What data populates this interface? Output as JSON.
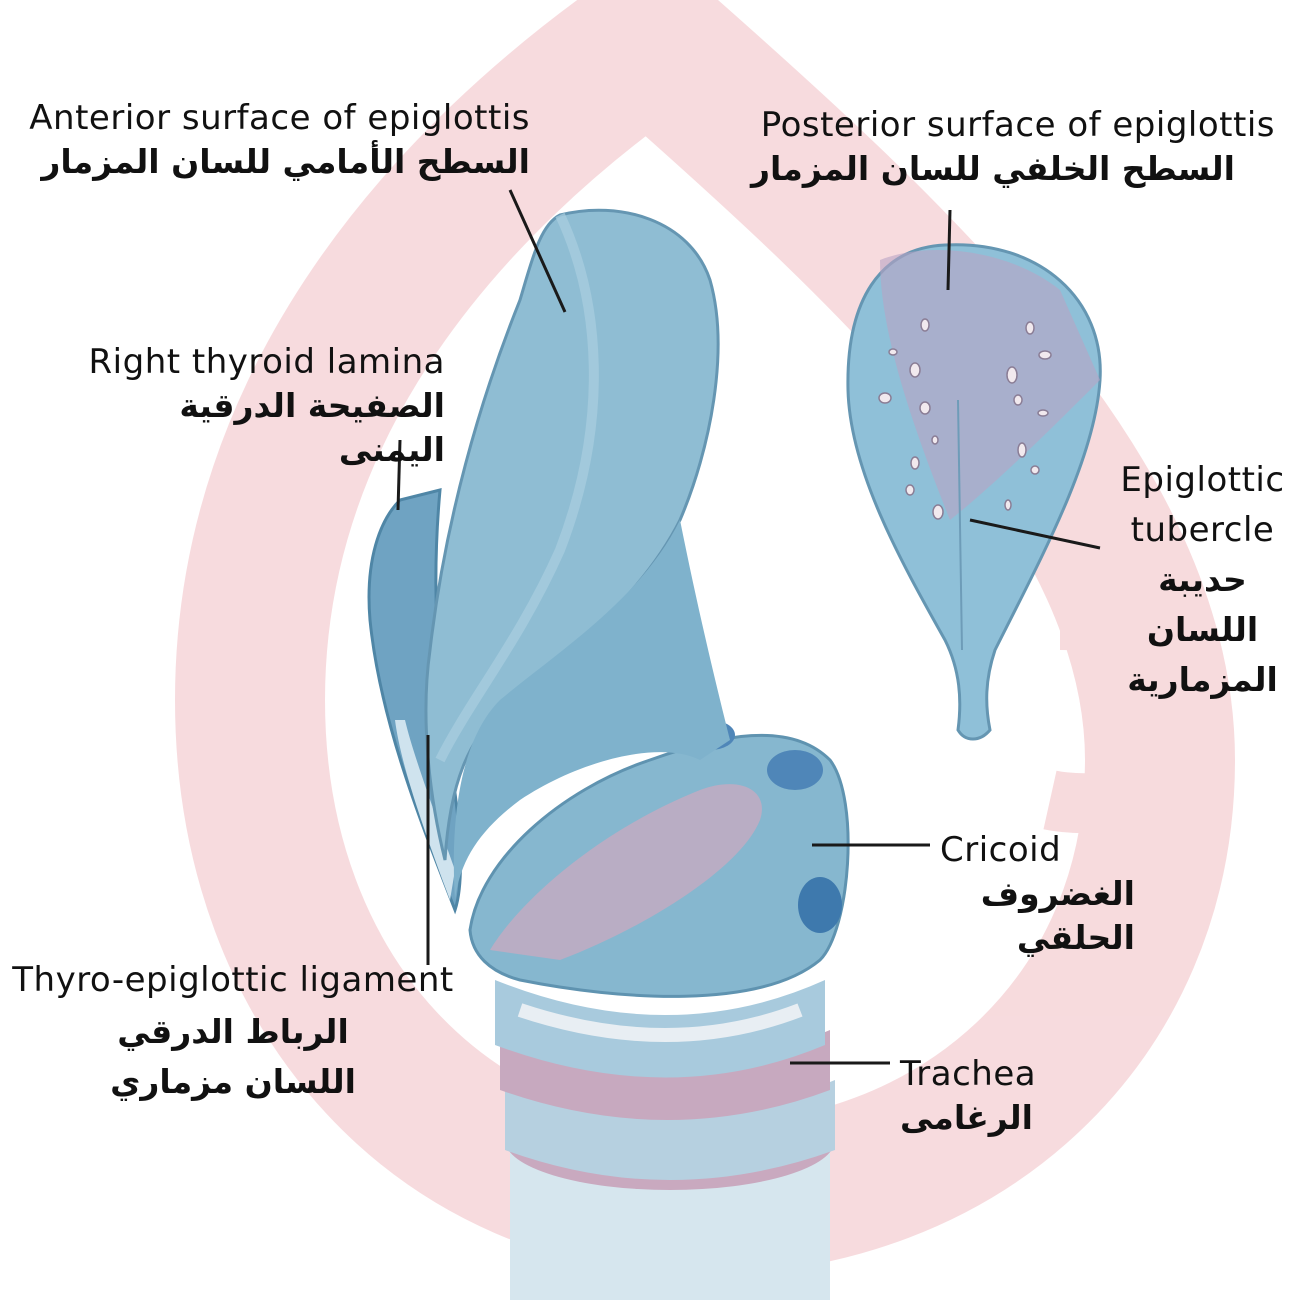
{
  "labels": {
    "anterior_surface": {
      "en": "Anterior surface of epiglottis",
      "ar": "السطح الأمامي للسان المزمار"
    },
    "posterior_surface": {
      "en": "Posterior surface of epiglottis",
      "ar": "السطح الخلفي للسان المزمار"
    },
    "right_thyroid_lamina": {
      "en": "Right thyroid lamina",
      "ar": "الصفيحة الدرقية اليمنى"
    },
    "epiglottic_tubercle": {
      "en_line1": "Epiglottic",
      "en_line2": "tubercle",
      "ar_line1": "حديبة اللسان",
      "ar_line2": "المزمارية"
    },
    "cricoid": {
      "en": "Cricoid",
      "ar": "الغضروف الحلقي"
    },
    "thyro_epiglottic_ligament": {
      "en": "Thyro-epiglottic ligament",
      "ar_line1": "الرباط الدرقي",
      "ar_line2": "اللسان مزماري"
    },
    "trachea": {
      "en": "Trachea",
      "ar": "الرغامى"
    }
  },
  "colors": {
    "cartilage": "#86b7cf",
    "cartilage_dark": "#5f93b0",
    "cartilage_light": "#b3d5e4",
    "watermark": "#f4cfd3",
    "tissue_pink": "#d9b9c8",
    "leader_line": "#1a1a1a"
  }
}
